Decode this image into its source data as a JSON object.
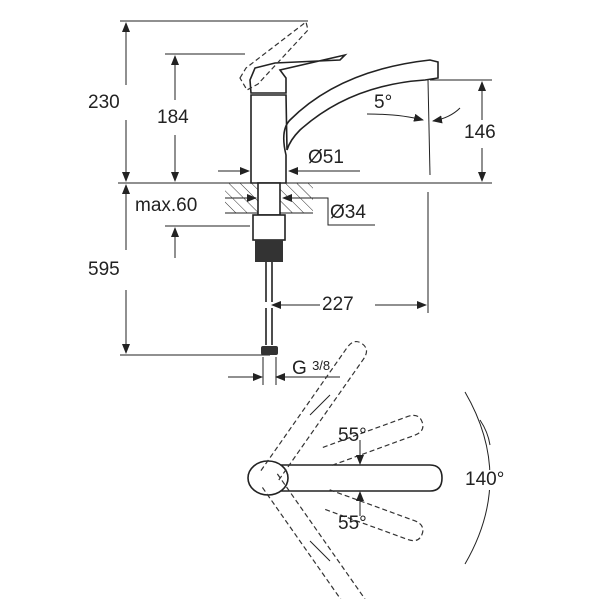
{
  "dimensions": {
    "total_height": "230",
    "lever_height": "184",
    "spout_height": "146",
    "spout_angle": "5°",
    "base_diameter": "Ø51",
    "max_deck_thickness": "max.60",
    "hole_diameter": "Ø34",
    "hose_length": "595",
    "spout_reach": "227",
    "connection_main": "G",
    "connection_fraction": "3/8",
    "lever_swing_left": "55°",
    "lever_swing_right": "55°",
    "lever_swing_total": "140°"
  }
}
